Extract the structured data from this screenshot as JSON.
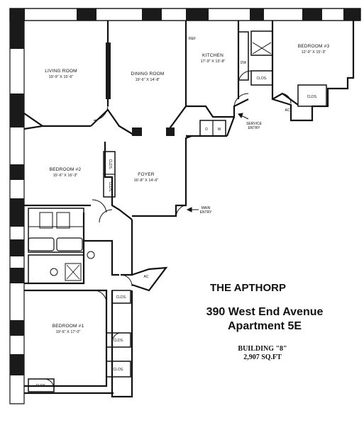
{
  "building": {
    "name": "THE APTHORP",
    "address": "390 West End Avenue",
    "apartment": "Apartment 5E",
    "building_number": "BUILDING \"8\"",
    "area": "2,907 SQ.FT"
  },
  "rooms": {
    "living_room": {
      "name": "LIVING ROOM",
      "dims": "19'-9\" X 15'-6\""
    },
    "dining_room": {
      "name": "DINING ROOM",
      "dims": "19'-6\" X 14'-8\""
    },
    "kitchen": {
      "name": "KITCHEN",
      "dims": "17'-9\" X 13'-8\""
    },
    "bedroom3": {
      "name": "BEDROOM #3",
      "dims": "12'-9\" X 15'-3\""
    },
    "bedroom2": {
      "name": "BEDROOM #2",
      "dims": "15'-6\" X 16'-3\""
    },
    "foyer": {
      "name": "FOYER",
      "dims": "16'-8\" X 14'-6\""
    },
    "bedroom1": {
      "name": "BEDROOM #1",
      "dims": "19'-6\" X 17'-0\""
    }
  },
  "fixtures": {
    "ref": "REF",
    "dw": "DW",
    "clos": "CLOS.",
    "clds": "CLDS.",
    "ac": "AC",
    "d": "D",
    "w": "W"
  },
  "entries": {
    "service": [
      "SERVICE",
      "ENTRY"
    ],
    "main": [
      "MAIN",
      "ENTRY"
    ]
  }
}
